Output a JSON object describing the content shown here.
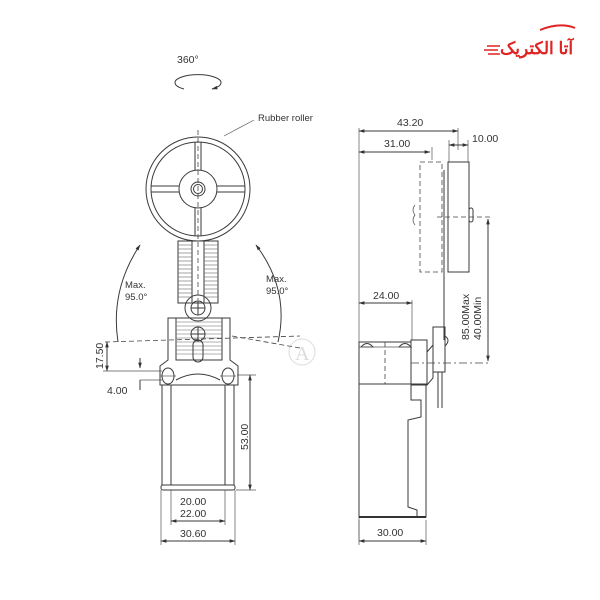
{
  "brand": {
    "logo_text": "آتا الکتریک",
    "color": "#e02424"
  },
  "front_view": {
    "rotation_label": "360°",
    "roller_label": "Rubber roller",
    "swing_left": {
      "line1": "Max.",
      "line2": "95.0°"
    },
    "swing_right": {
      "line1": "Max.",
      "line2": "95.0°"
    },
    "dims": {
      "d17_50": "17.50",
      "d4_00": "4.00",
      "d53_00": "53.00",
      "d20_00": "20.00",
      "d22_00": "22.00",
      "d30_60": "30.60"
    }
  },
  "side_view": {
    "dims": {
      "d43_20": "43.20",
      "d31_00": "31.00",
      "d10_00": "10.00",
      "d24_00": "24.00",
      "d85_max": "85.00Max",
      "d40_min": "40.00Min",
      "d30_00": "30.00"
    }
  },
  "watermark": {
    "symbol": "A"
  }
}
